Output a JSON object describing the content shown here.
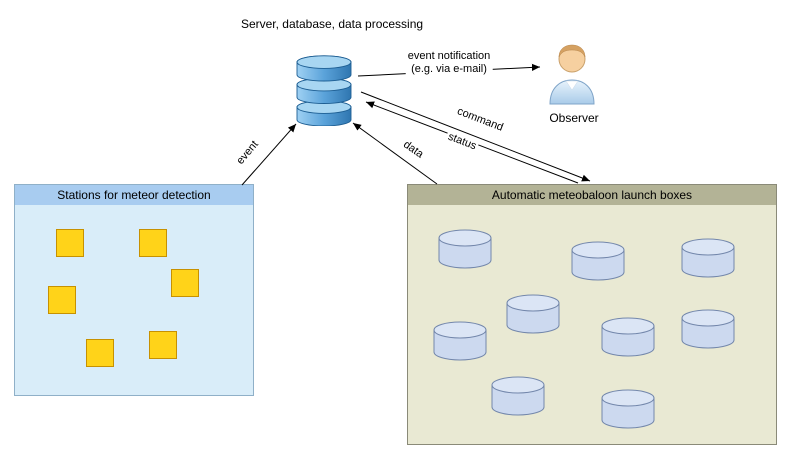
{
  "diagram": {
    "server_label": "Server, database, data processing",
    "observer_label": "Observer",
    "edges": {
      "event": "event",
      "notification_line1": "event notification",
      "notification_line2": "(e.g. via e-mail)",
      "command": "command",
      "status": "status",
      "data": "data"
    },
    "stations_box": {
      "title": "Stations for meteor detection",
      "count": 6
    },
    "launch_box": {
      "title": "Automatic meteobaloon launch boxes",
      "count": 9
    },
    "colors": {
      "stations_box_fill": "#d9edf9",
      "stations_header_fill": "#a8ccf0",
      "station_fill": "#ffd319",
      "station_border": "#c79100",
      "launch_box_fill": "#e9e9d3",
      "launch_header_fill": "#b3b396",
      "launcher_fill": "#ccd9ef",
      "launcher_top": "#dbe5f5",
      "launcher_border": "#7387ab",
      "database_fill": "#5ba3da",
      "database_top": "#a8d6f2",
      "database_border": "#1d5e93"
    }
  }
}
